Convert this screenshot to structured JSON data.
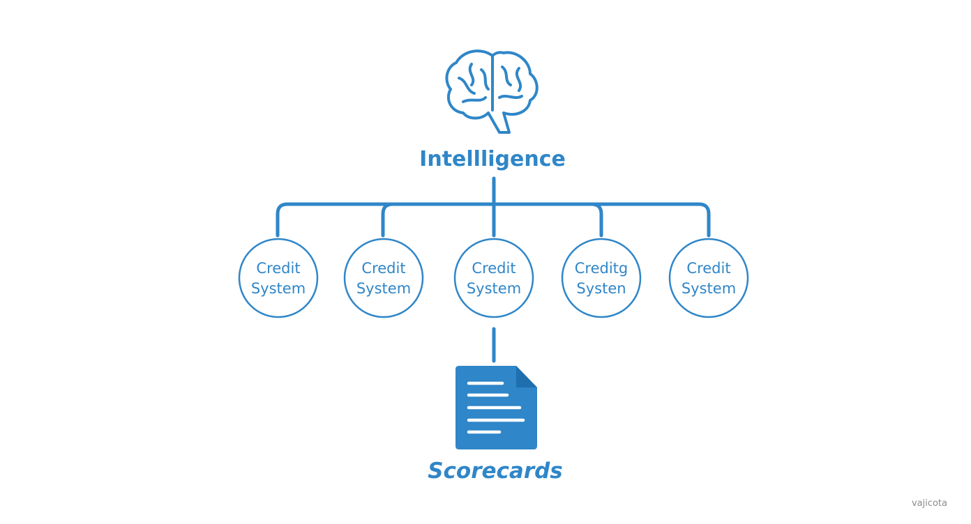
{
  "diagram": {
    "top_label": "Intellligence",
    "nodes": [
      {
        "line1": "Credit",
        "line2": "System"
      },
      {
        "line1": "Credit",
        "line2": "System"
      },
      {
        "line1": "Credit",
        "line2": "System"
      },
      {
        "line1": "Creditg",
        "line2": "Systen"
      },
      {
        "line1": "Credit",
        "line2": "System"
      }
    ],
    "bottom_label": "Scorecards",
    "icons": {
      "top": "brain-icon",
      "bottom": "document-icon"
    },
    "colors": {
      "stroke": "#2f86c8",
      "document_fill": "#2f86c8",
      "text": "#2f86c8"
    }
  },
  "watermark": "vajicota"
}
